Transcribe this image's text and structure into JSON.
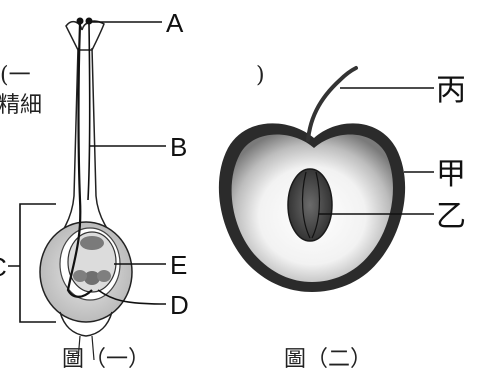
{
  "figure1": {
    "caption": "圖（一）",
    "labels": {
      "A": "A",
      "B": "B",
      "C": "C",
      "D": "D",
      "E": "E"
    },
    "fragments": {
      "paren": "(一",
      "text": "精細"
    }
  },
  "figure2": {
    "caption": "圖（二）",
    "labels": {
      "bing": "丙",
      "jia": "甲",
      "yi": "乙"
    },
    "fragments": {
      "paren": ")"
    }
  },
  "colors": {
    "line": "#111111",
    "fruit_fill": "#5a5a5a",
    "ovary_fill": "#cfcfcf"
  }
}
